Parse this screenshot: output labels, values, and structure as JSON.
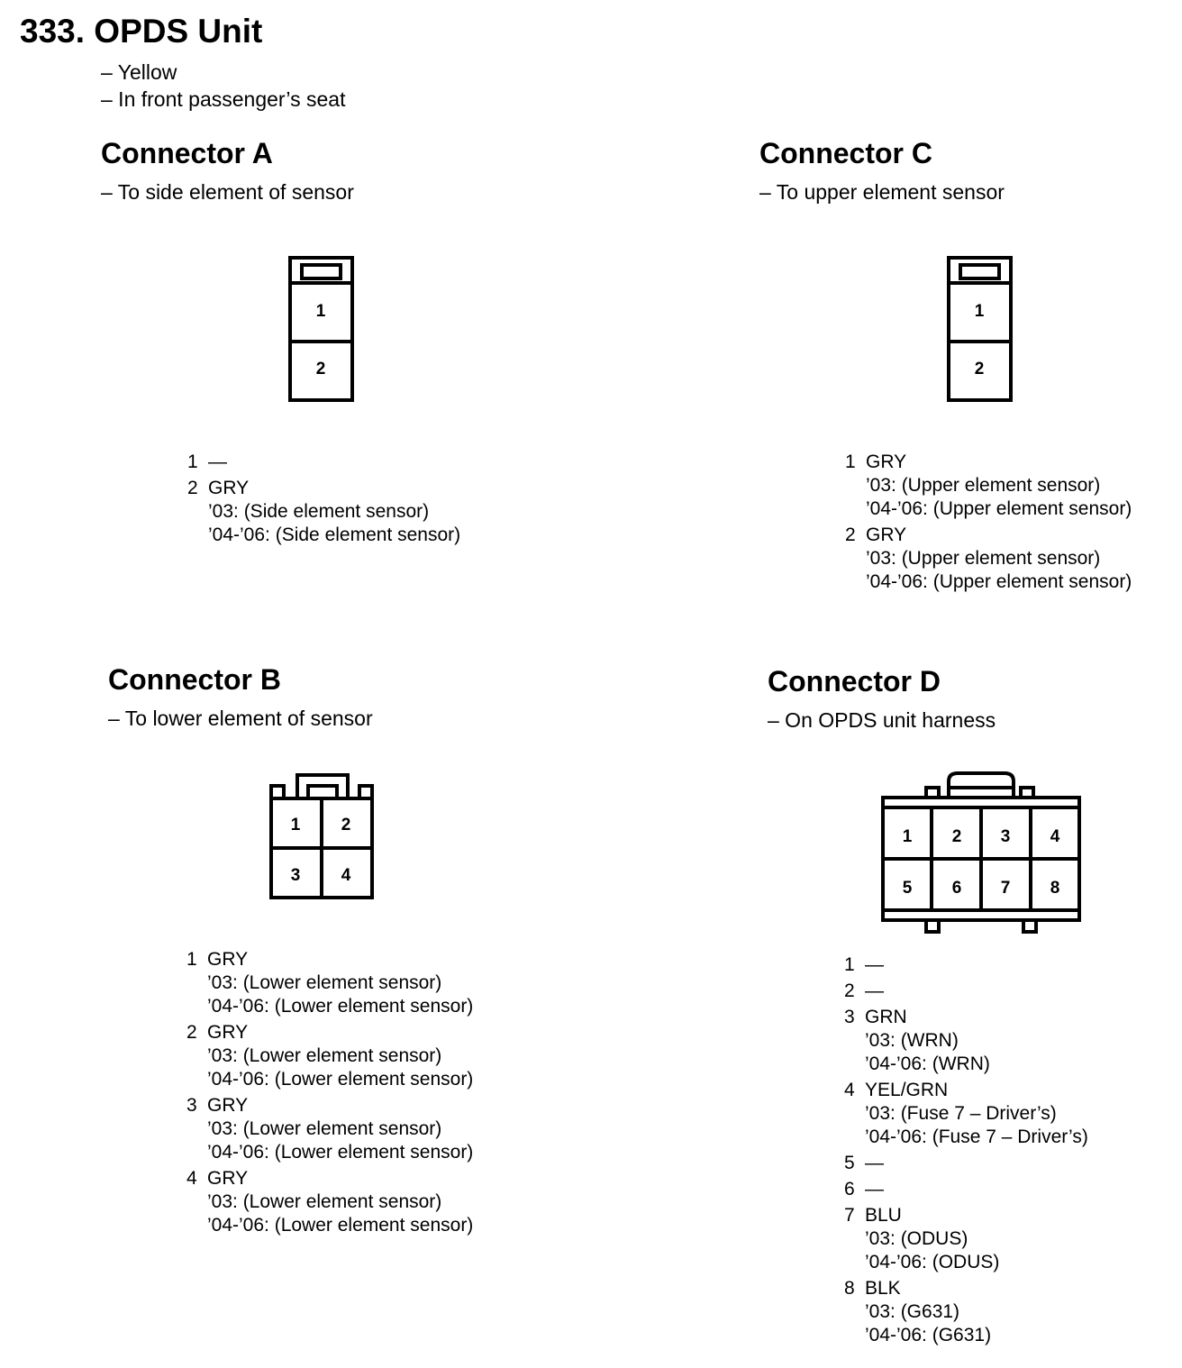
{
  "title": "333. OPDS Unit",
  "info": [
    "– Yellow",
    "– In front passenger’s seat"
  ],
  "connectors": {
    "A": {
      "heading": "Connector A",
      "subtitle": "– To side element of sensor",
      "pins": [
        {
          "num": "1",
          "wire": "—",
          "details": []
        },
        {
          "num": "2",
          "wire": "GRY",
          "details": [
            "’03: (Side element sensor)",
            "’04-’06: (Side element sensor)"
          ]
        }
      ]
    },
    "B": {
      "heading": "Connector B",
      "subtitle": "– To lower element of sensor",
      "pins": [
        {
          "num": "1",
          "wire": "GRY",
          "details": [
            "’03: (Lower element sensor)",
            "’04-’06: (Lower element sensor)"
          ]
        },
        {
          "num": "2",
          "wire": "GRY",
          "details": [
            "’03: (Lower element sensor)",
            "’04-’06: (Lower element sensor)"
          ]
        },
        {
          "num": "3",
          "wire": "GRY",
          "details": [
            "’03: (Lower element sensor)",
            "’04-’06: (Lower element sensor)"
          ]
        },
        {
          "num": "4",
          "wire": "GRY",
          "details": [
            "’03: (Lower element sensor)",
            "’04-’06: (Lower element sensor)"
          ]
        }
      ]
    },
    "C": {
      "heading": "Connector C",
      "subtitle": "– To upper element sensor",
      "pins": [
        {
          "num": "1",
          "wire": "GRY",
          "details": [
            "’03: (Upper element sensor)",
            "’04-’06: (Upper element sensor)"
          ]
        },
        {
          "num": "2",
          "wire": "GRY",
          "details": [
            "’03: (Upper element sensor)",
            "’04-’06: (Upper element sensor)"
          ]
        }
      ]
    },
    "D": {
      "heading": "Connector D",
      "subtitle": "– On OPDS unit harness",
      "pins": [
        {
          "num": "1",
          "wire": "—",
          "details": []
        },
        {
          "num": "2",
          "wire": "—",
          "details": []
        },
        {
          "num": "3",
          "wire": "GRN",
          "details": [
            "’03: (WRN)",
            "’04-’06: (WRN)"
          ]
        },
        {
          "num": "4",
          "wire": "YEL/GRN",
          "details": [
            "’03: (Fuse 7 – Driver’s)",
            "’04-’06: (Fuse 7 – Driver’s)"
          ]
        },
        {
          "num": "5",
          "wire": "—",
          "details": []
        },
        {
          "num": "6",
          "wire": "—",
          "details": []
        },
        {
          "num": "7",
          "wire": "BLU",
          "details": [
            "’03: (ODUS)",
            "’04-’06: (ODUS)"
          ]
        },
        {
          "num": "8",
          "wire": "BLK",
          "details": [
            "’03: (G631)",
            "’04-’06: (G631)"
          ]
        }
      ]
    }
  },
  "diagram_pins": {
    "A": [
      "1",
      "2"
    ],
    "B": [
      "1",
      "2",
      "3",
      "4"
    ],
    "C": [
      "1",
      "2"
    ],
    "D": [
      "1",
      "2",
      "3",
      "4",
      "5",
      "6",
      "7",
      "8"
    ]
  },
  "colors": {
    "line": "#000000",
    "background": "#ffffff"
  }
}
